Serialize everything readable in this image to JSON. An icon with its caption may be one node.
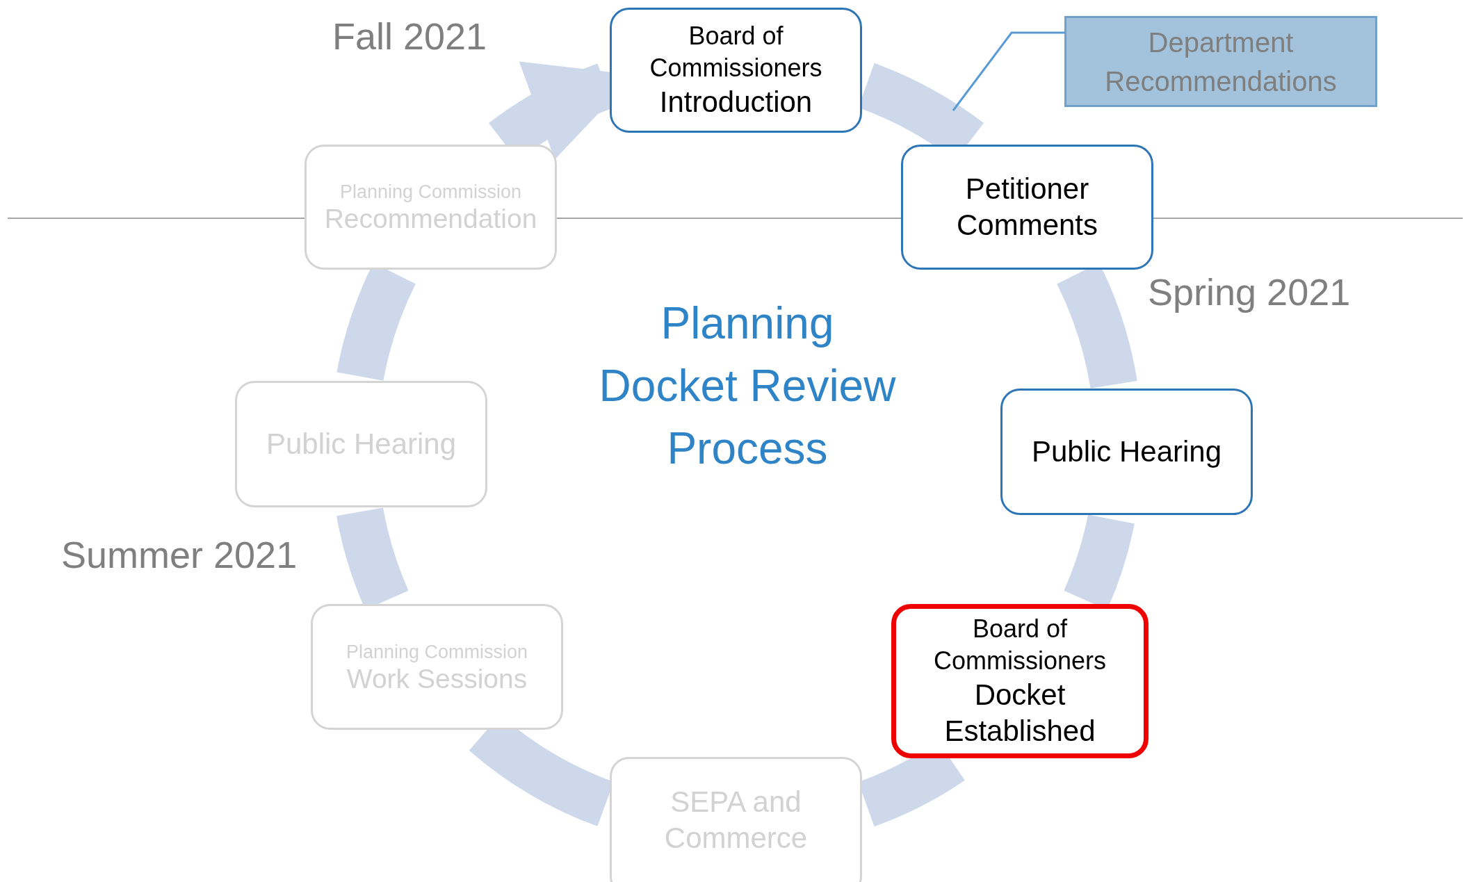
{
  "diagram": {
    "title": "Planning Docket Review Process",
    "nodes": [
      {
        "text": [
          "Board of Commissioners",
          "Introduction"
        ]
      },
      {
        "text": [
          "Department Recommendations"
        ]
      },
      {
        "text": [
          "Petitioner Comments"
        ]
      },
      {
        "text": [
          "Public Hearing"
        ]
      },
      {
        "text": [
          "Board of Commissioners",
          "Docket Established"
        ]
      },
      {
        "text": [
          "SEPA and Commerce"
        ]
      },
      {
        "text": [
          "Planning Commission",
          "Work Sessions"
        ]
      },
      {
        "text": [
          "Public Hearing"
        ]
      },
      {
        "text": [
          "Planning Commission",
          "Recommendation"
        ]
      }
    ],
    "edges": [
      {
        "from": 0,
        "to": 2,
        "arrow": "none"
      },
      {
        "from": 2,
        "to": 3,
        "arrow": "none"
      },
      {
        "from": 3,
        "to": 4,
        "arrow": "none"
      },
      {
        "from": 4,
        "to": 5,
        "arrow": "none"
      },
      {
        "from": 5,
        "to": 6,
        "arrow": "none"
      },
      {
        "from": 6,
        "to": 7,
        "arrow": "none"
      },
      {
        "from": 7,
        "to": 8,
        "arrow": "none"
      },
      {
        "from": 8,
        "to": 0,
        "arrow": "to"
      },
      {
        "from": 1,
        "to": null,
        "arrow": "none",
        "color": "#5b9bd5"
      }
    ],
    "labels": [
      "Fall 2021",
      "Spring 2021",
      "Summer 2021"
    ]
  }
}
